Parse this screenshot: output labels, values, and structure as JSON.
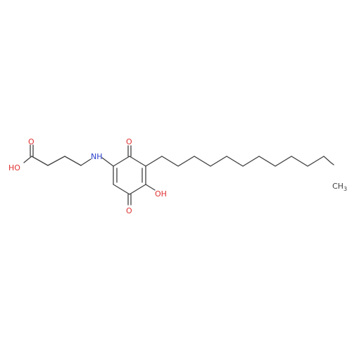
{
  "molecule": {
    "atom_labels": {
      "acid_carbonyl_o": "O",
      "acid_hydroxyl": "HO",
      "amine_nh": "NH",
      "ring_carbonyl_top": "O",
      "ring_hydroxyl": "OH",
      "ring_carbonyl_bottom": "O",
      "terminal_methyl_c": "CH",
      "terminal_methyl_sub": "3"
    },
    "colors": {
      "bond": "#404040",
      "oxygen": "#e03030",
      "nitrogen": "#2a3fcc",
      "carbon": "#404040"
    }
  }
}
